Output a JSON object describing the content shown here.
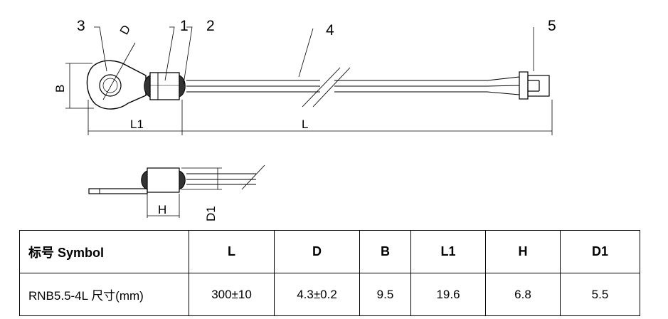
{
  "callouts": {
    "c1": "1",
    "c2": "2",
    "c3": "3",
    "c4": "4",
    "c5": "5",
    "d": "D"
  },
  "dimensions": {
    "b": "B",
    "l1": "L1",
    "l": "L",
    "h": "H",
    "d1": "D1"
  },
  "table": {
    "headers": [
      "标号 Symbol",
      "L",
      "D",
      "B",
      "L1",
      "H",
      "D1"
    ],
    "rows": [
      [
        "RNB5.5-4L 尺寸(mm)",
        "300±10",
        "4.3±0.2",
        "9.5",
        "19.6",
        "6.8",
        "5.5"
      ]
    ]
  }
}
